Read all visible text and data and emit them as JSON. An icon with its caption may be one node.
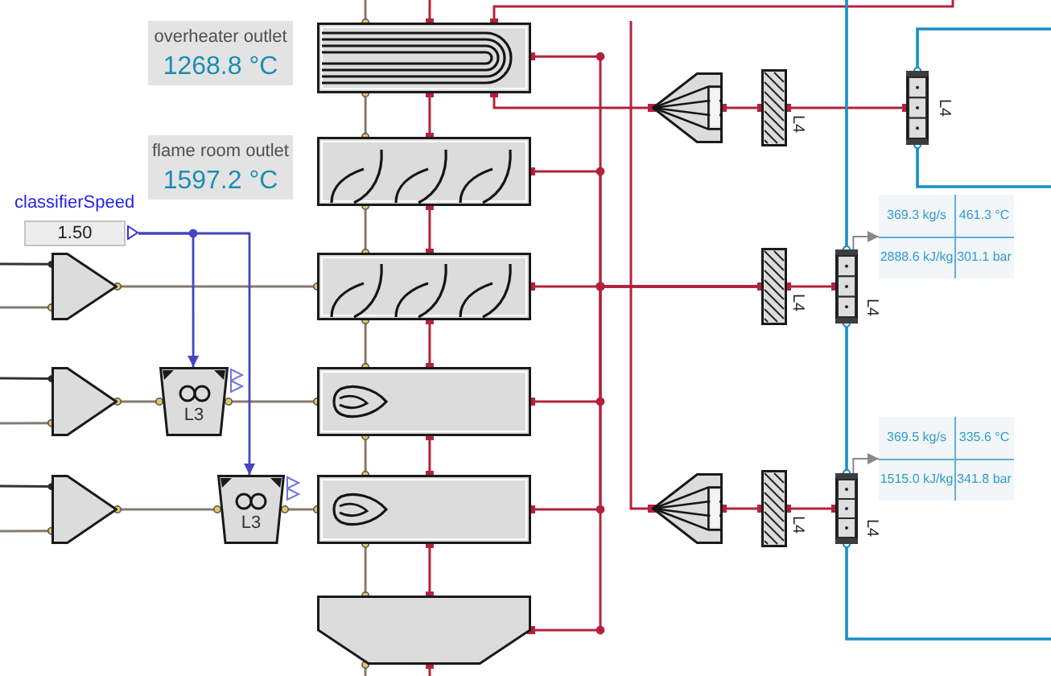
{
  "diagram": {
    "nodes": [
      {
        "text": [
          "overheater outlet",
          "1268.8 °C"
        ]
      },
      {
        "text": [],
        "shape": "box"
      },
      {
        "text": [],
        "shape": "cone"
      },
      {
        "text": [],
        "shape": "box",
        "beside": [
          "L4"
        ]
      },
      {
        "text": [],
        "shape": "box",
        "beside": [
          "L4"
        ]
      },
      {
        "text": [
          "flame room outlet",
          "1597.2 °C"
        ]
      },
      {
        "text": [],
        "shape": "box"
      },
      {
        "text": [
          "classifierSpeed",
          "1.50"
        ]
      },
      {
        "text": [
          "369.3 kg/s",
          "461.3 °C",
          "2888.6 kJ/kg",
          "301.1 bar"
        ]
      },
      {
        "text": [],
        "shape": "triangle"
      },
      {
        "text": [],
        "shape": "box"
      },
      {
        "text": [],
        "shape": "box",
        "beside": [
          "L4"
        ]
      },
      {
        "text": [],
        "shape": "box",
        "beside": [
          "L4"
        ]
      },
      {
        "text": [],
        "shape": "triangle"
      },
      {
        "text": [
          "L3"
        ]
      },
      {
        "text": [],
        "shape": "box"
      },
      {
        "text": [
          "369.5 kg/s",
          "335.6 °C",
          "1515.0 kJ/kg",
          "341.8 bar"
        ]
      },
      {
        "text": [],
        "shape": "triangle"
      },
      {
        "text": [
          "L3"
        ]
      },
      {
        "text": [],
        "shape": "box"
      },
      {
        "text": [],
        "shape": "cone"
      },
      {
        "text": [],
        "shape": "box",
        "beside": [
          "L4"
        ]
      },
      {
        "text": [],
        "shape": "box",
        "beside": [
          "L4"
        ]
      },
      {
        "text": [],
        "shape": "hopper"
      }
    ],
    "edges": [
      {
        "from": 1,
        "to": null,
        "arrow": "other",
        "color": "#857a70"
      },
      {
        "from": 1,
        "to": 6,
        "arrow": "other",
        "color": "#857a70"
      },
      {
        "from": 6,
        "to": 10,
        "arrow": "other",
        "color": "#857a70"
      },
      {
        "from": 10,
        "to": 15,
        "arrow": "other",
        "color": "#857a70"
      },
      {
        "from": 15,
        "to": 19,
        "arrow": "other",
        "color": "#857a70"
      },
      {
        "from": 19,
        "to": 23,
        "arrow": "other",
        "color": "#857a70"
      },
      {
        "from": 23,
        "to": null,
        "arrow": "other",
        "color": "#857a70"
      },
      {
        "from": 1,
        "to": null,
        "arrow": "other"
      },
      {
        "from": 1,
        "to": 6,
        "arrow": "other"
      },
      {
        "from": 6,
        "to": 10,
        "arrow": "other"
      },
      {
        "from": 10,
        "to": 15,
        "arrow": "other"
      },
      {
        "from": 15,
        "to": 19,
        "arrow": "other"
      },
      {
        "from": 19,
        "to": 23,
        "arrow": "other"
      },
      {
        "from": 23,
        "to": null,
        "arrow": "other"
      },
      {
        "from": 1,
        "to": null,
        "arrow": "other"
      },
      {
        "from": 1,
        "to": 2,
        "arrow": "other"
      },
      {
        "from": 2,
        "to": 3,
        "arrow": "other"
      },
      {
        "from": 3,
        "to": 4,
        "arrow": "other"
      },
      {
        "from": 1,
        "to": 11,
        "arrow": "other"
      },
      {
        "from": 6,
        "to": 11,
        "arrow": "other"
      },
      {
        "from": 10,
        "to": 11,
        "arrow": "other"
      },
      {
        "from": 15,
        "to": 11,
        "arrow": "other"
      },
      {
        "from": 19,
        "to": 11,
        "arrow": "other"
      },
      {
        "from": 23,
        "to": 11,
        "arrow": "other"
      },
      {
        "from": null,
        "to": 20,
        "arrow": "other"
      },
      {
        "from": 20,
        "to": 21,
        "arrow": "other"
      },
      {
        "from": 21,
        "to": 22,
        "arrow": "other"
      },
      {
        "from": 11,
        "to": 12,
        "arrow": "other"
      },
      {
        "from": 4,
        "to": null,
        "arrow": "other",
        "color": "#1a8fc6"
      },
      {
        "from": 4,
        "to": null,
        "arrow": "other",
        "color": "#1a8fc6"
      },
      {
        "from": 12,
        "to": null,
        "arrow": "other",
        "color": "#1a8fc6"
      },
      {
        "from": 12,
        "to": 22,
        "arrow": "other",
        "color": "#1a8fc6"
      },
      {
        "from": 22,
        "to": null,
        "arrow": "other",
        "color": "#1a8fc6"
      },
      {
        "from": 12,
        "to": 8,
        "arrow": "to",
        "color": "#888888"
      },
      {
        "from": 22,
        "to": 16,
        "arrow": "to",
        "color": "#888888"
      },
      {
        "from": null,
        "to": 9,
        "arrow": "other",
        "color": "#333333"
      },
      {
        "from": null,
        "to": 9,
        "arrow": "other",
        "color": "#857a70"
      },
      {
        "from": null,
        "to": 13,
        "arrow": "other",
        "color": "#333333"
      },
      {
        "from": null,
        "to": 13,
        "arrow": "other",
        "color": "#857a70"
      },
      {
        "from": null,
        "to": 17,
        "arrow": "other",
        "color": "#333333"
      },
      {
        "from": null,
        "to": 17,
        "arrow": "other",
        "color": "#857a70"
      },
      {
        "from": 9,
        "to": 10,
        "arrow": "other",
        "color": "#857a70"
      },
      {
        "from": 13,
        "to": 14,
        "arrow": "other",
        "color": "#857a70"
      },
      {
        "from": 14,
        "to": 15,
        "arrow": "other",
        "color": "#857a70"
      },
      {
        "from": 17,
        "to": 18,
        "arrow": "other",
        "color": "#857a70"
      },
      {
        "from": 18,
        "to": 19,
        "arrow": "other",
        "color": "#857a70"
      },
      {
        "from": 7,
        "to": 14,
        "arrow": "to",
        "color": "#4545c0"
      },
      {
        "from": 7,
        "to": 18,
        "arrow": "to",
        "color": "#4545c0"
      }
    ]
  }
}
